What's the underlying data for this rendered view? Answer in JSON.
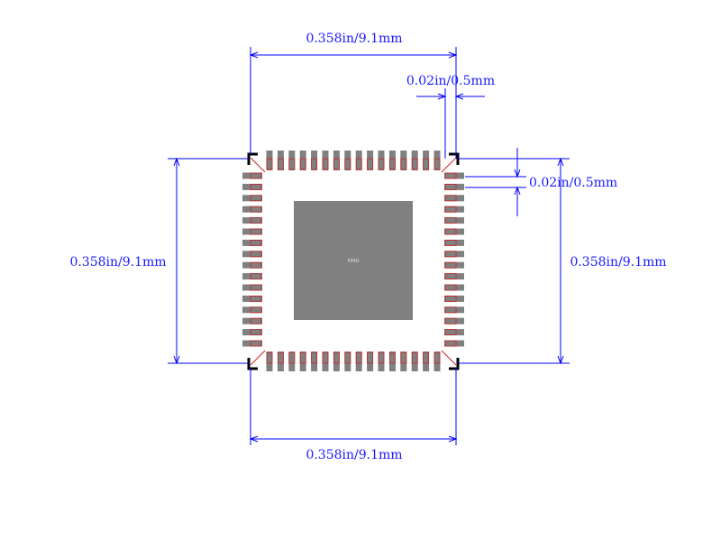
{
  "dimensions": {
    "top_width": "0.358in/9.1mm",
    "bottom_width": "0.358in/9.1mm",
    "left_height": "0.358in/9.1mm",
    "right_height": "0.358in/9.1mm",
    "pitch_top": "0.02in/0.5mm",
    "pitch_right": "0.02in/0.5mm"
  },
  "package": {
    "center_label": "EPAD",
    "pins_per_side": 16
  },
  "colors": {
    "dimension_line": "#0000ff",
    "pad": "#808080",
    "pad_outline": "#cc2222",
    "corner_mark": "#000000",
    "background": "#ffffff"
  }
}
